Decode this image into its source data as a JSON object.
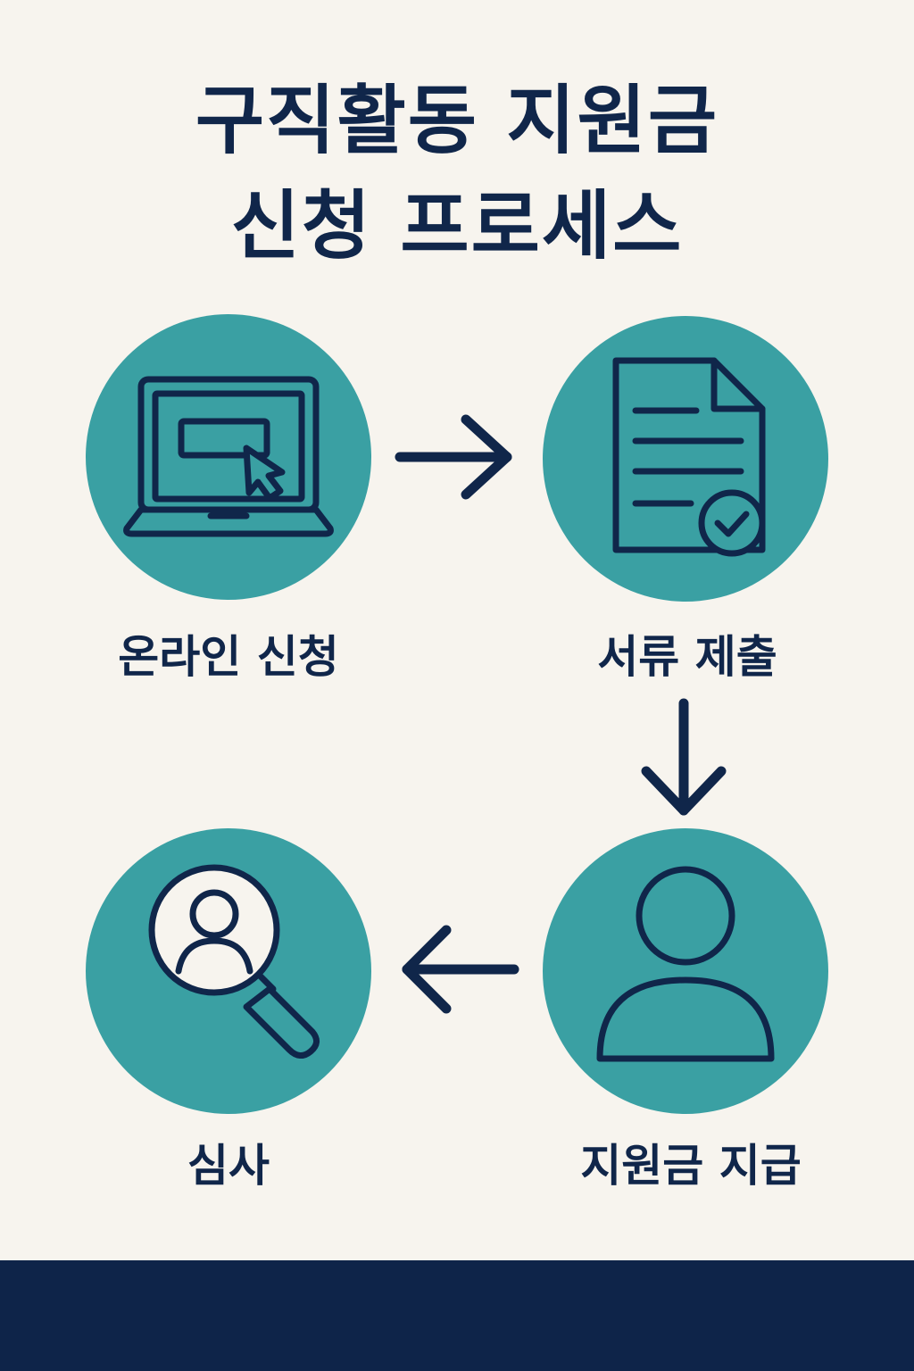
{
  "title": {
    "line1": "구직활동 지원금",
    "line2": "신청 프로세스"
  },
  "steps": [
    {
      "label": "온라인 신청",
      "icon": "laptop-click-icon"
    },
    {
      "label": "서류 제출",
      "icon": "document-check-icon"
    },
    {
      "label": "지원금 지급",
      "icon": "person-icon"
    },
    {
      "label": "심사",
      "icon": "magnifier-person-icon"
    }
  ],
  "colors": {
    "background": "#f7f4ee",
    "circle": "#3aa0a3",
    "ink": "#10264a",
    "footer": "#0e2449"
  }
}
